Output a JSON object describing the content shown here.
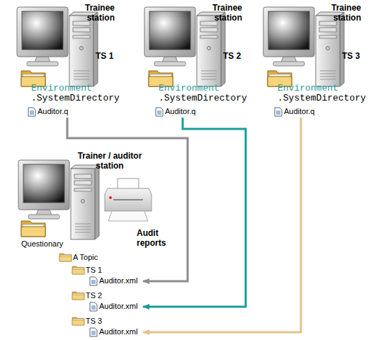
{
  "diagram": {
    "nodes": [
      {
        "text": [
          "Trainee station",
          "TS 1"
        ]
      },
      {
        "text": [
          "Environment",
          ".SystemDirectory"
        ],
        "in": 0
      },
      {
        "text": [
          "Auditor.q"
        ],
        "in": 1
      },
      {
        "text": [
          "Trainee station",
          "TS 2"
        ]
      },
      {
        "text": [
          "Environment",
          ".SystemDirectory"
        ],
        "in": 3
      },
      {
        "text": [
          "Auditor.q"
        ],
        "in": 4
      },
      {
        "text": [
          "Trainee station",
          "TS 3"
        ]
      },
      {
        "text": [
          "Environment",
          ".SystemDirectory"
        ],
        "in": 6
      },
      {
        "text": [
          "Auditor.q"
        ],
        "in": 7
      },
      {
        "text": [
          "Trainer / auditor station",
          "Audit reports"
        ]
      },
      {
        "text": [
          "Questionary"
        ],
        "in": 9
      },
      {
        "text": [
          "A Topic"
        ],
        "in": 10
      },
      {
        "text": [
          "TS 1"
        ],
        "in": 11
      },
      {
        "text": [
          "Auditor.xml"
        ],
        "in": 12
      },
      {
        "text": [
          "TS 2"
        ],
        "in": 11
      },
      {
        "text": [
          "Auditor.xml"
        ],
        "in": 14
      },
      {
        "text": [
          "TS 3"
        ],
        "in": 11
      },
      {
        "text": [
          "Auditor.xml"
        ],
        "in": 16
      }
    ],
    "edges": [
      {
        "from": 2,
        "to": 13,
        "arrow": "to"
      },
      {
        "from": 5,
        "to": 15,
        "arrow": "to"
      },
      {
        "from": 8,
        "to": 17,
        "arrow": "to"
      }
    ]
  }
}
